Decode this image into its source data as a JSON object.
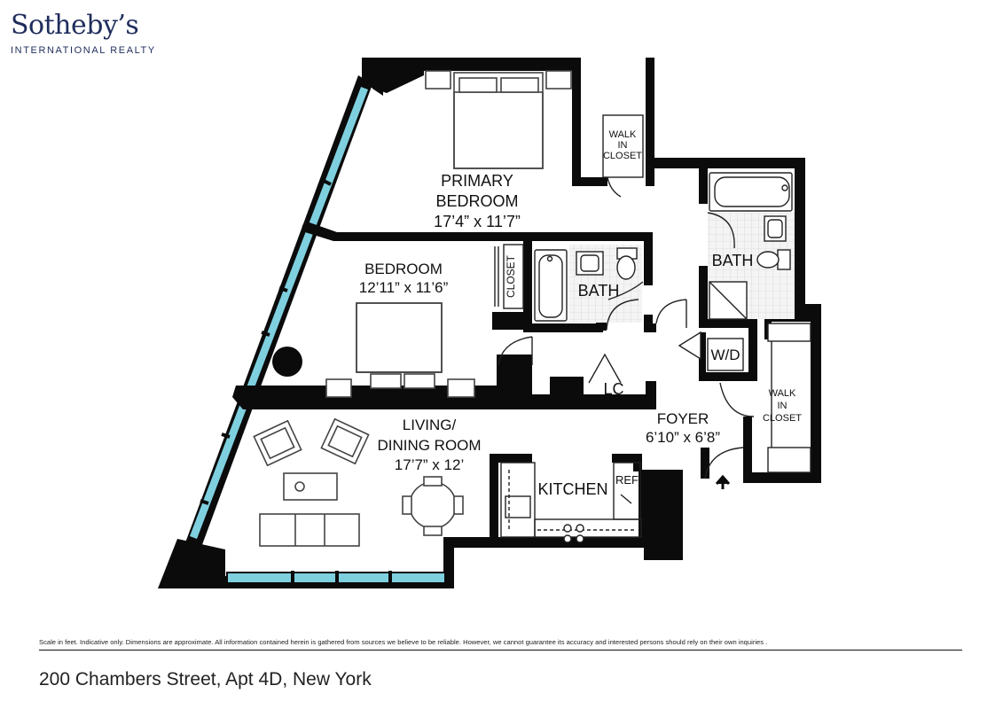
{
  "brand": {
    "name": "Sotheby’s",
    "subtitle": "INTERNATIONAL REALTY",
    "color": "#1f2d5c"
  },
  "rooms": {
    "primary_bedroom": {
      "name_line1": "PRIMARY",
      "name_line2": "BEDROOM",
      "dims": "17’4” x 11’7”"
    },
    "bedroom": {
      "name": "BEDROOM",
      "dims": "12’11” x 11’6”"
    },
    "living": {
      "name_line1": "LIVING/",
      "name_line2": "DINING ROOM",
      "dims": "17’7” x 12’"
    },
    "foyer": {
      "name": "FOYER",
      "dims": "6’10” x 6’8”"
    },
    "kitchen": {
      "name": "KITCHEN"
    },
    "bath_main": {
      "name": "BATH"
    },
    "bath_second": {
      "name": "BATH"
    },
    "walk_in_closet_1": {
      "line1": "WALK",
      "line2": "IN",
      "line3": "CLOSET"
    },
    "walk_in_closet_2": {
      "line1": "WALK",
      "line2": "IN",
      "line3": "CLOSET"
    },
    "closet": {
      "name": "CLOSET"
    },
    "wd": {
      "name": "W/D"
    },
    "lc": {
      "name": "LC"
    },
    "ref": {
      "name": "REF"
    }
  },
  "colors": {
    "wall": "#0b0b0b",
    "window": "#7fd0df",
    "tile": "#e4e4e4"
  },
  "disclaimer": "Scale in feet. Indicative only. Dimensions are approximate. All information contained herein is gathered from sources we believe to be reliable. However, we cannot guarantee its accuracy and interested persons should rely on their own inquiries .",
  "address": "200 Chambers Street, Apt 4D, New York"
}
